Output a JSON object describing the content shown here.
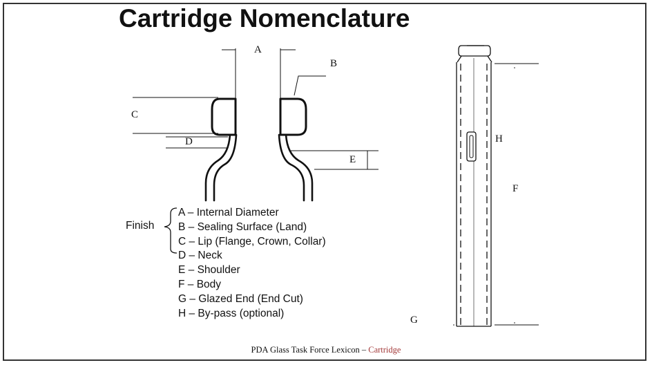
{
  "title": "Cartridge Nomenclature",
  "labels": {
    "a": "A",
    "b": "B",
    "c": "C",
    "d": "D",
    "e": "E",
    "f": "F",
    "g": "G",
    "h": "H"
  },
  "finish_label": "Finish",
  "legend": [
    "A – Internal Diameter",
    "B – Sealing Surface (Land)",
    "C – Lip (Flange, Crown, Collar)",
    "D – Neck",
    "E – Shoulder",
    "F – Body",
    "G – Glazed End (End Cut)",
    "H – By-pass (optional)"
  ],
  "footer": {
    "text": "PDA Glass Task Force Lexicon",
    "separator": " – ",
    "accent": "Cartridge",
    "accent_color": "#a33a3a"
  }
}
